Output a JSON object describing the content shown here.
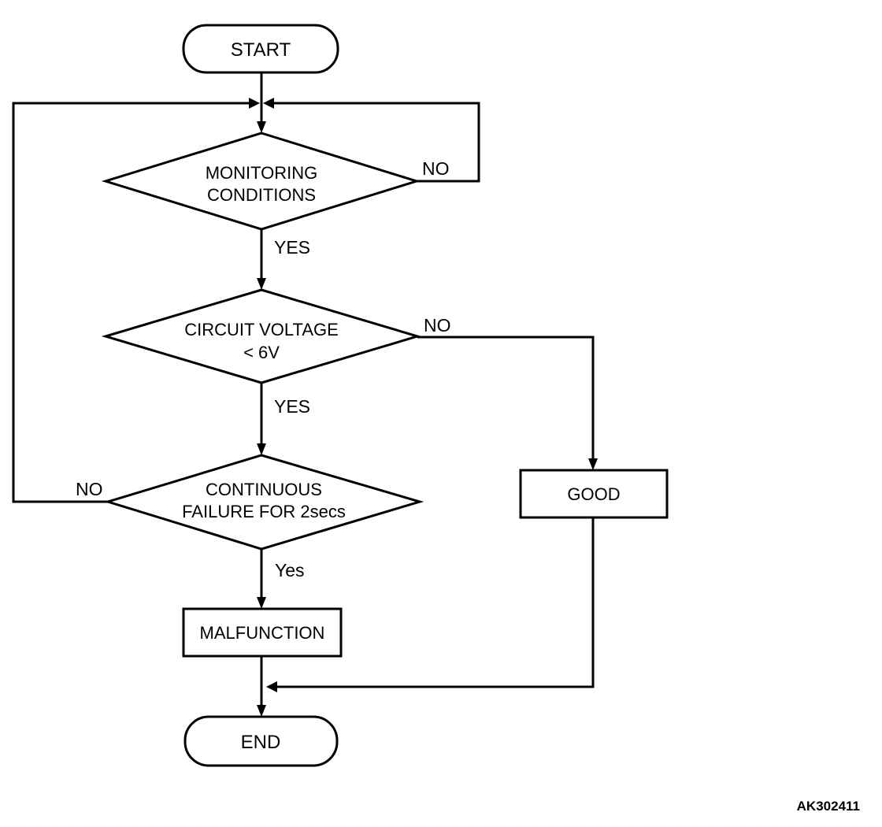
{
  "diagram": {
    "figure_code": "AK302411",
    "nodes": {
      "start": "START",
      "monitoring": {
        "line1": "MONITORING",
        "line2": "CONDITIONS"
      },
      "voltage": {
        "line1": "CIRCUIT VOLTAGE",
        "line2": "< 6V"
      },
      "failure": {
        "line1": "CONTINUOUS",
        "line2": "FAILURE FOR 2secs"
      },
      "good": "GOOD",
      "malfunction": "MALFUNCTION",
      "end": "END"
    },
    "edge_labels": {
      "monitoring_yes": "YES",
      "monitoring_no": "NO",
      "voltage_yes": "YES",
      "voltage_no": "NO",
      "failure_yes": "Yes",
      "failure_no": "NO"
    },
    "colors": {
      "line": "#000000",
      "background": "#ffffff"
    }
  }
}
